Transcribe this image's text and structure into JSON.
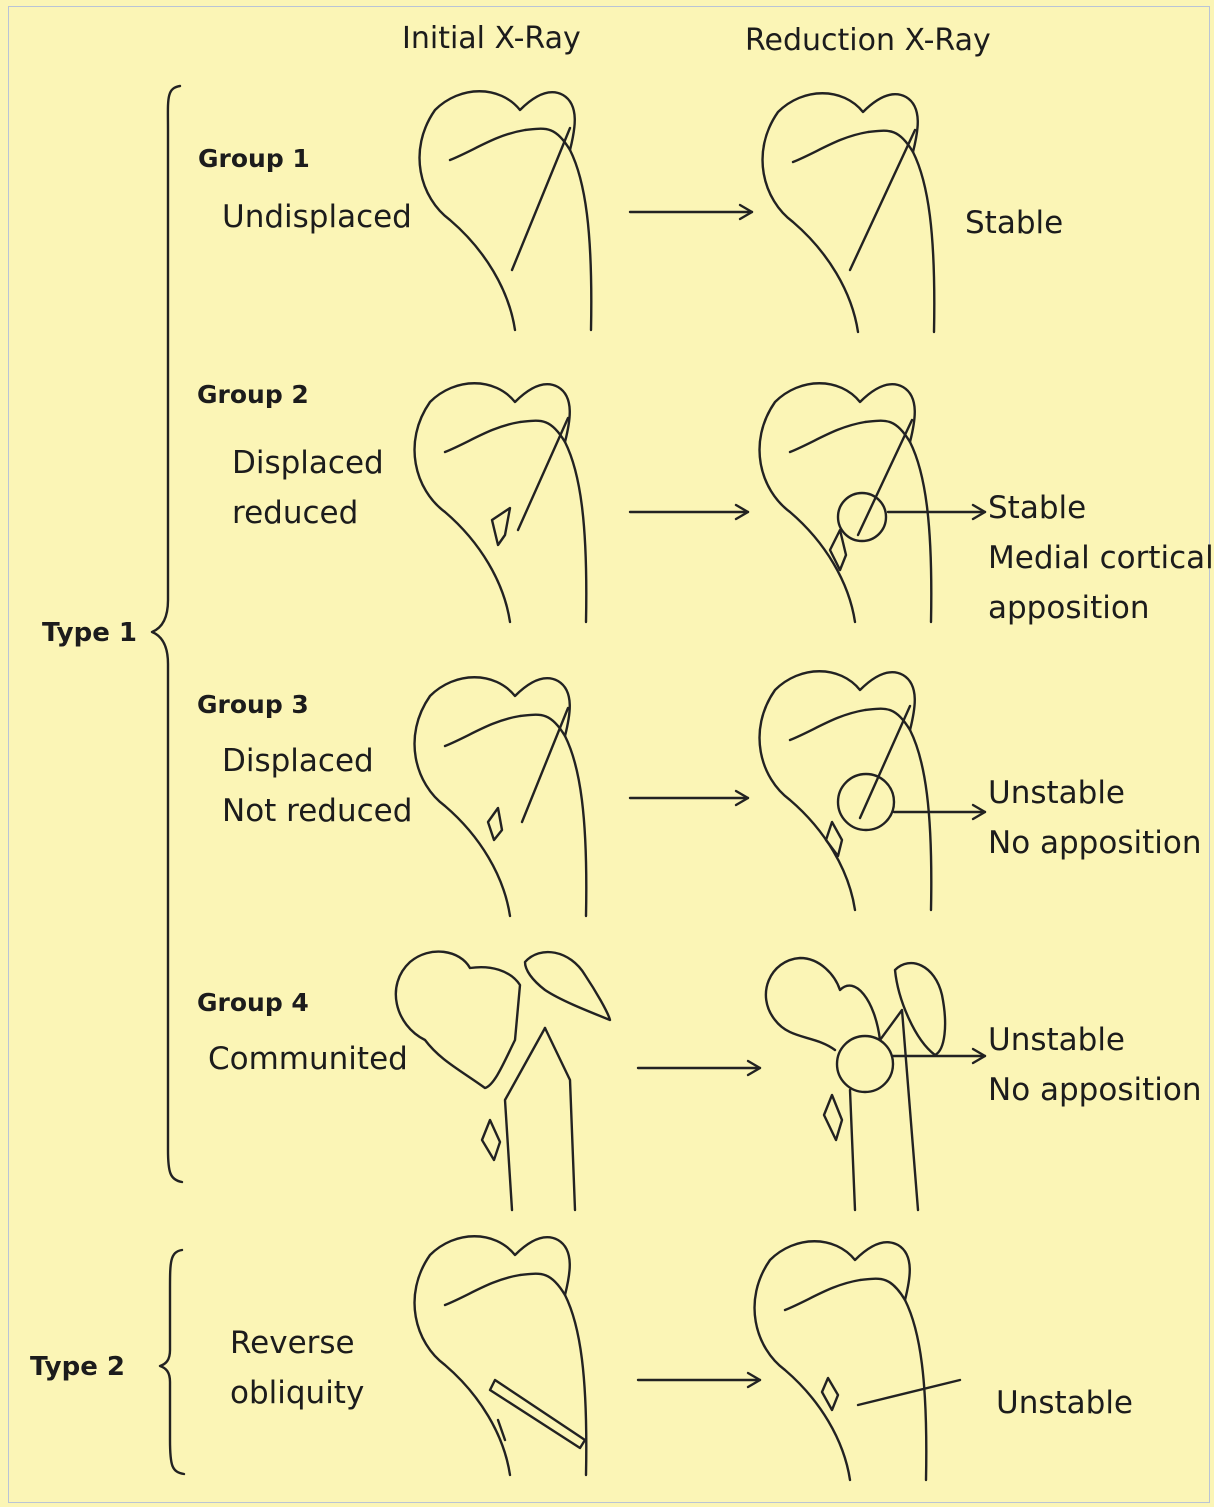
{
  "headers": {
    "initial": "Initial X-Ray",
    "reduction": "Reduction X-Ray"
  },
  "types": {
    "type1": "Type 1",
    "type2": "Type 2"
  },
  "rows": [
    {
      "group": "Group 1",
      "desc": [
        "Undisplaced"
      ],
      "result": [
        "Stable"
      ]
    },
    {
      "group": "Group 2",
      "desc": [
        "Displaced",
        "reduced"
      ],
      "result": [
        "Stable",
        "Medial cortical",
        "apposition"
      ]
    },
    {
      "group": "Group 3",
      "desc": [
        "Displaced",
        "Not reduced"
      ],
      "result": [
        "Unstable",
        "No apposition"
      ]
    },
    {
      "group": "Group 4",
      "desc": [
        "Communited"
      ],
      "result": [
        "Unstable",
        "No apposition"
      ]
    },
    {
      "group": "",
      "desc": [
        "Reverse",
        "obliquity"
      ],
      "result": [
        "Unstable"
      ]
    }
  ]
}
